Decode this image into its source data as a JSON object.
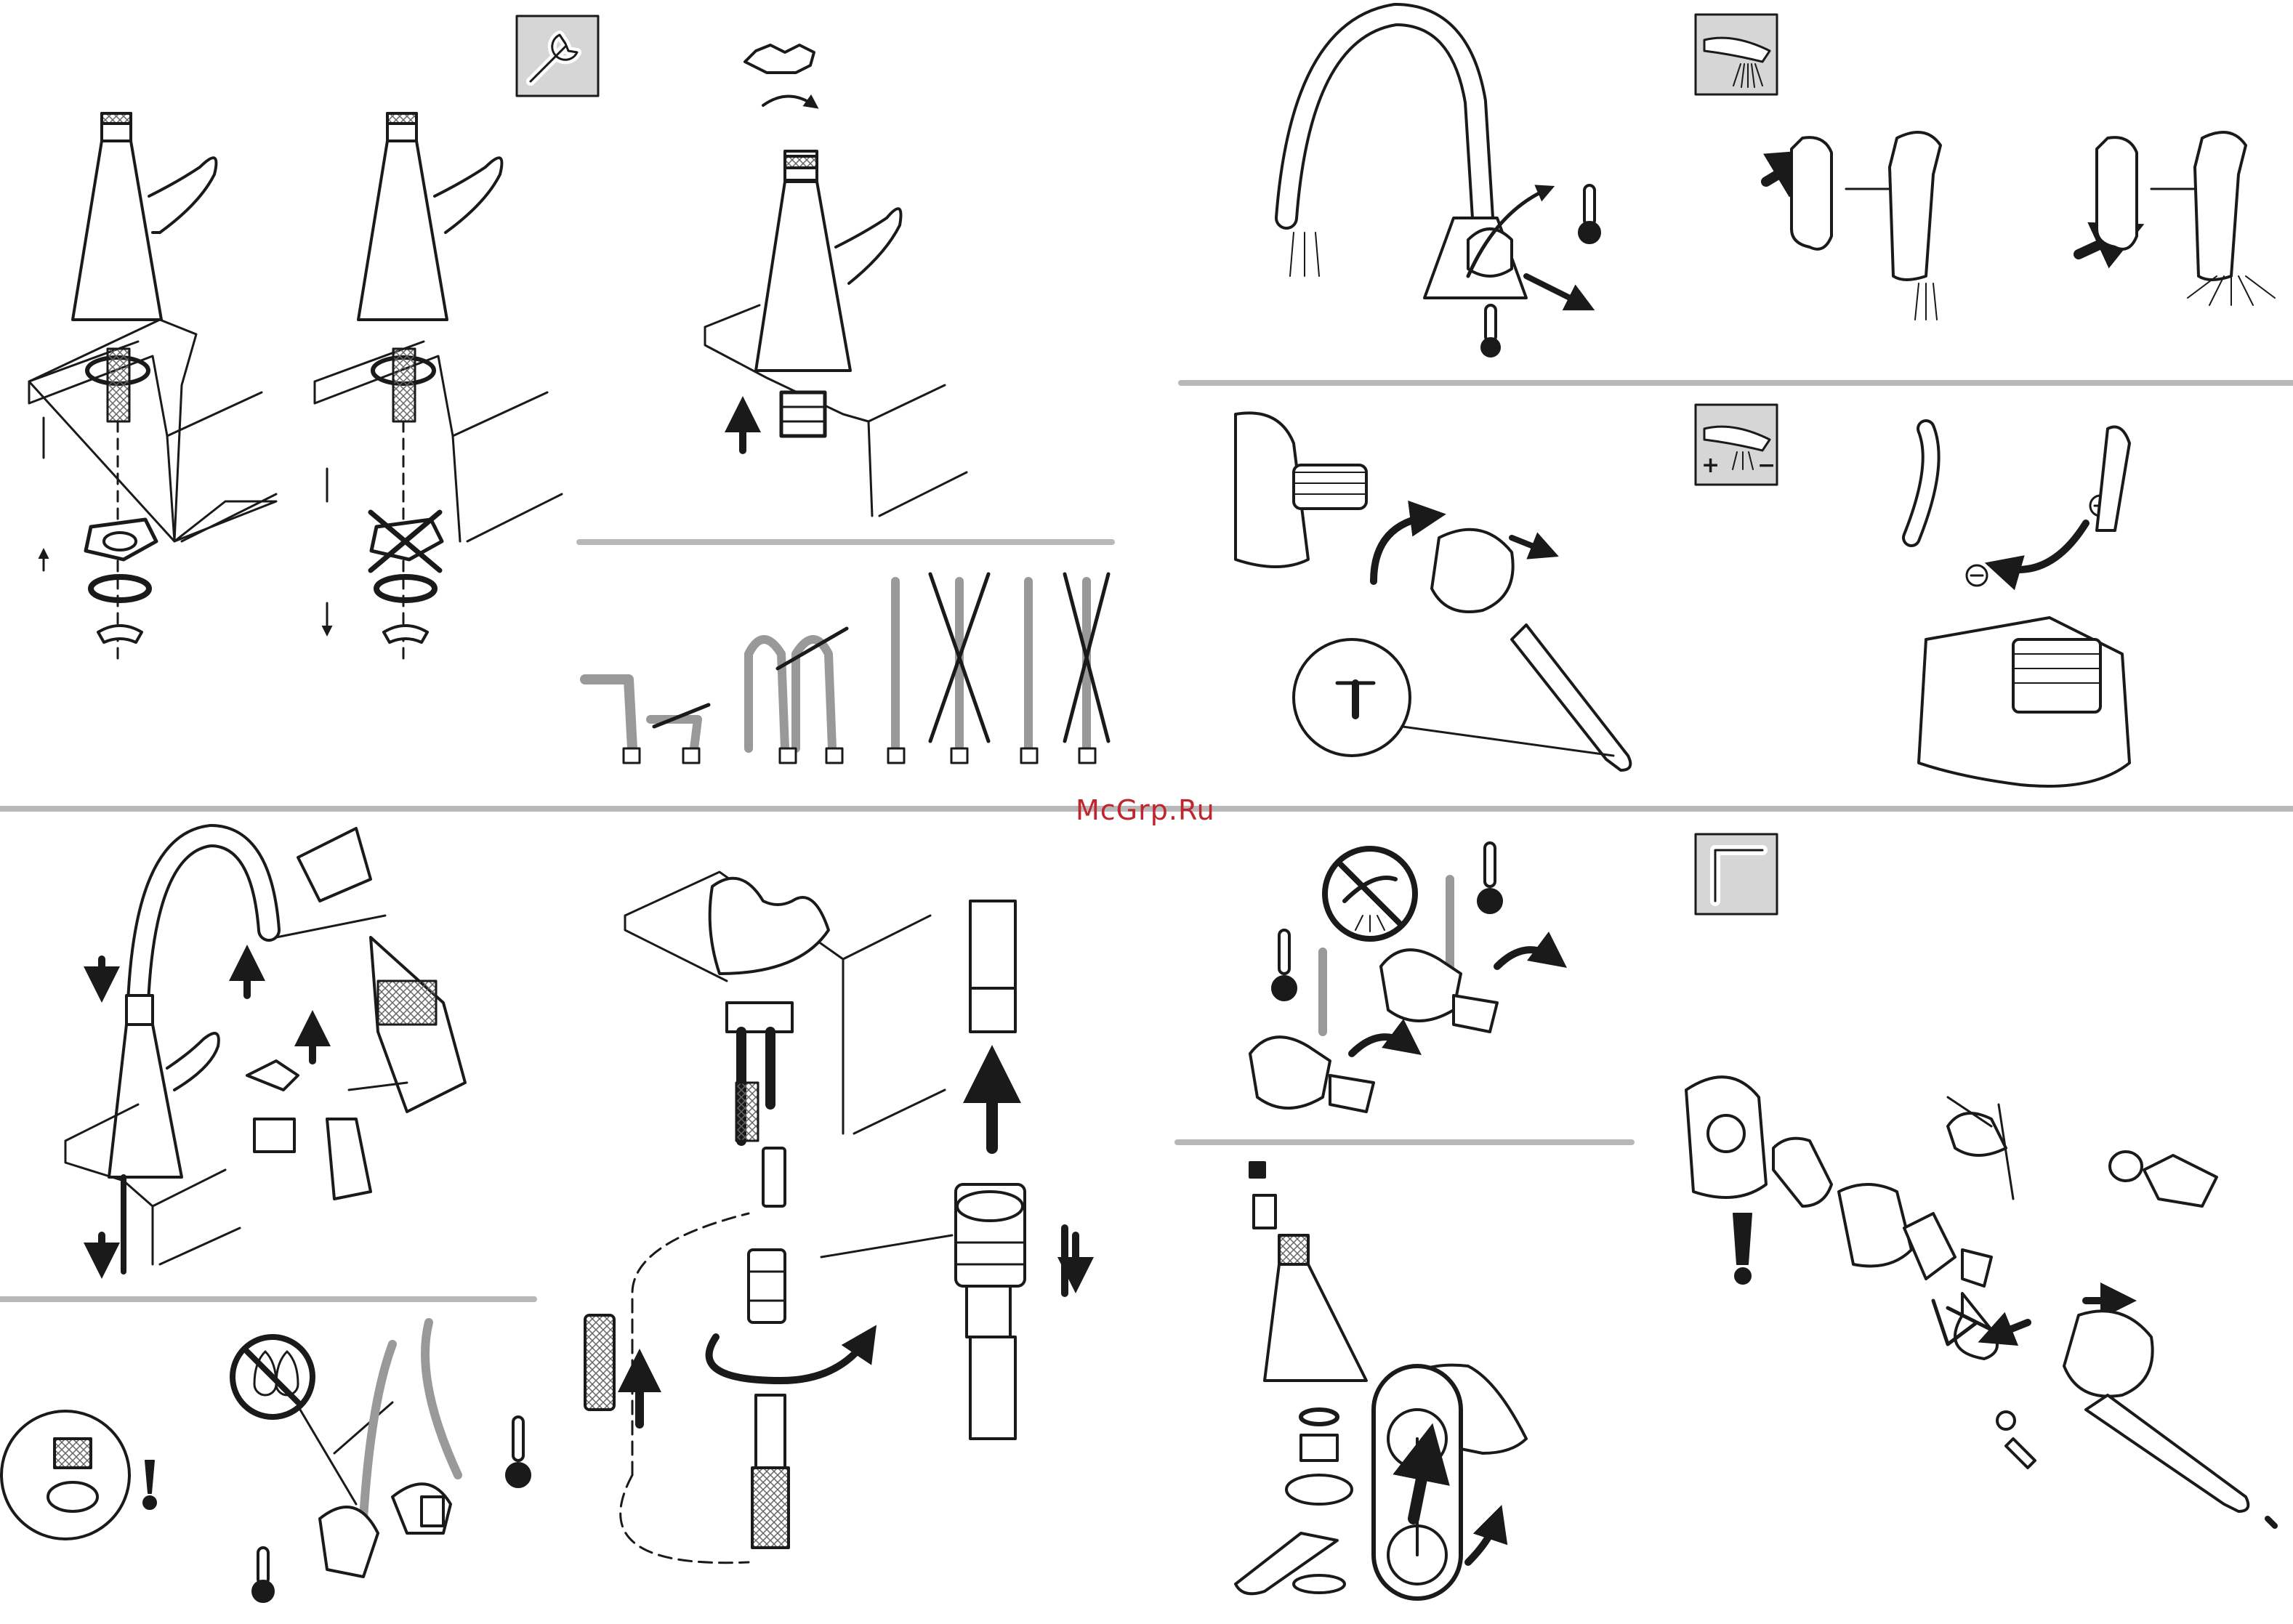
{
  "watermark": {
    "text": "McGrp.Ru",
    "color": "#c0242c"
  },
  "palette": {
    "line": "#1a1a1a",
    "divider": "#b8b8b8",
    "tile": "#d6d6d6",
    "hatch": "#888888"
  },
  "icons": {
    "wrench": "wrench-icon",
    "spray": "spray-icon",
    "flow_adjust": "flow-adjust-icon",
    "hex_key": "hex-key-icon",
    "no_hot_water": "no-hot-water-icon",
    "no_spray": "no-spray-icon",
    "thermometer": "thermometer-icon",
    "warning": "exclamation-icon"
  },
  "symbols": {
    "plus": "+",
    "minus": "−",
    "caution": "!"
  },
  "panels": [
    {
      "id": "installation",
      "title": ""
    },
    {
      "id": "spray-mode",
      "title": ""
    },
    {
      "id": "flow-limit",
      "title": ""
    },
    {
      "id": "hose-connection",
      "title": ""
    },
    {
      "id": "flushing",
      "title": ""
    },
    {
      "id": "maintenance",
      "title": ""
    }
  ]
}
